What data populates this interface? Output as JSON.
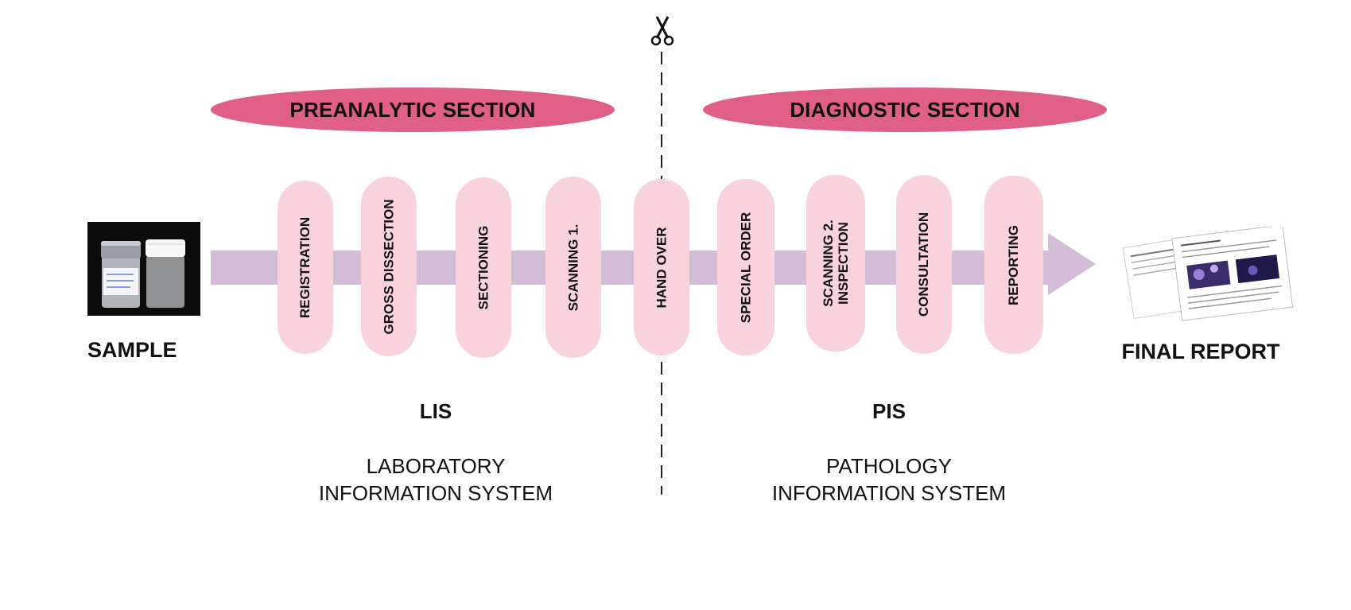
{
  "sections": {
    "preanalytic": "PREANALYTIC SECTION",
    "diagnostic": "DIAGNOSTIC SECTION"
  },
  "colors": {
    "section_pill": "#df5f86",
    "step_pill": "#f8d3de",
    "arrow": "#d3bcd6"
  },
  "steps": [
    {
      "label": "REGISTRATION"
    },
    {
      "label": "GROSS DISSECTION"
    },
    {
      "label": "SECTIONING"
    },
    {
      "label": "SCANNING 1."
    },
    {
      "label": "HAND OVER"
    },
    {
      "label": "SPECIAL ORDER"
    },
    {
      "label": "SCANNING 2.\nINSPECTION"
    },
    {
      "label": "CONSULTATION"
    },
    {
      "label": "REPORTING"
    }
  ],
  "endpoints": {
    "start": "SAMPLE",
    "end": "FINAL REPORT"
  },
  "systems": {
    "lis": {
      "abbr": "LIS",
      "name": "LABORATORY\nINFORMATION SYSTEM"
    },
    "pis": {
      "abbr": "PIS",
      "name": "PATHOLOGY\nINFORMATION SYSTEM"
    }
  },
  "icons": {
    "divider": "scissors-icon",
    "sample": "sample-containers-photo",
    "report": "report-pages-image"
  }
}
